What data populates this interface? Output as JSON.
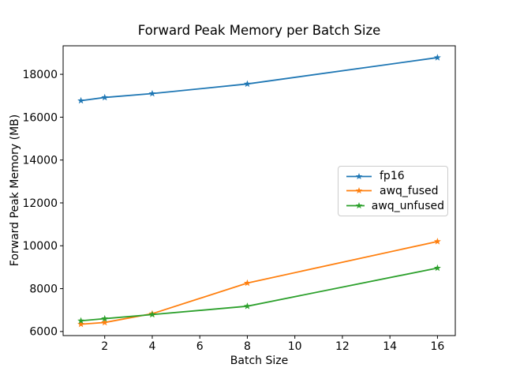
{
  "chart_data": {
    "type": "line",
    "title": "Forward Peak Memory per Batch Size",
    "xlabel": "Batch Size",
    "ylabel": "Forward Peak Memory (MB)",
    "x": [
      1,
      2,
      4,
      8,
      16
    ],
    "series": [
      {
        "name": "fp16",
        "color": "#1f77b4",
        "values": [
          16770,
          16920,
          17100,
          17550,
          18780
        ]
      },
      {
        "name": "awq_fused",
        "color": "#ff7f0e",
        "values": [
          6340,
          6420,
          6830,
          8260,
          10200
        ]
      },
      {
        "name": "awq_unfused",
        "color": "#2ca02c",
        "values": [
          6500,
          6600,
          6790,
          7180,
          8960
        ]
      }
    ],
    "marker": "star",
    "xlim": [
      0.25,
      16.75
    ],
    "ylim": [
      5810,
      19330
    ],
    "xticks": [
      2,
      4,
      6,
      8,
      10,
      12,
      14,
      16
    ],
    "yticks": [
      6000,
      8000,
      10000,
      12000,
      14000,
      16000,
      18000
    ],
    "grid": false,
    "legend_position": "center right",
    "axis_color": "#000000",
    "background_color": "#ffffff"
  }
}
